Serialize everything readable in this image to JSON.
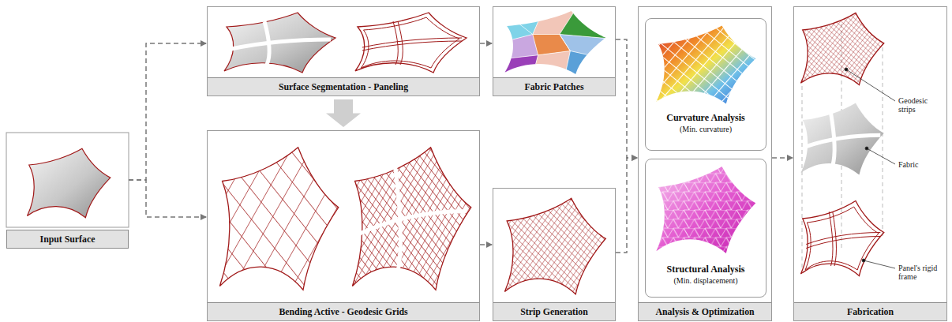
{
  "diagram": {
    "nodes": [
      {
        "text": [
          "Input Surface"
        ]
      },
      {
        "text": [
          "Surface Segmentation - Paneling"
        ]
      },
      {
        "text": [
          "Fabric Patches"
        ]
      },
      {
        "text": [
          "Bending Active - Geodesic Grids"
        ]
      },
      {
        "text": [
          "Strip Generation"
        ]
      },
      {
        "text": [
          "Analysis & Optimization"
        ]
      },
      {
        "text": [
          "Curvature Analysis",
          "(Min. curvature)"
        ],
        "in": 5
      },
      {
        "text": [
          "Structural Analysis",
          "(Min. displacement)"
        ],
        "in": 5
      },
      {
        "text": [
          "Fabrication"
        ]
      }
    ],
    "edges": [
      {
        "from": 0,
        "to": 1,
        "arrow": "to"
      },
      {
        "from": 0,
        "to": 3,
        "arrow": "to"
      },
      {
        "from": 1,
        "to": 2,
        "arrow": "to"
      },
      {
        "from": 3,
        "to": 4,
        "arrow": "to"
      },
      {
        "from": 2,
        "to": 5,
        "arrow": "to"
      },
      {
        "from": 4,
        "to": 5,
        "arrow": "to"
      },
      {
        "from": 5,
        "to": 8,
        "arrow": "to"
      },
      {
        "from": 1,
        "to": 3,
        "arrow": "to"
      }
    ],
    "labels": [
      "Geodesic strips",
      "Fabric",
      "Panel's rigid frame"
    ]
  }
}
